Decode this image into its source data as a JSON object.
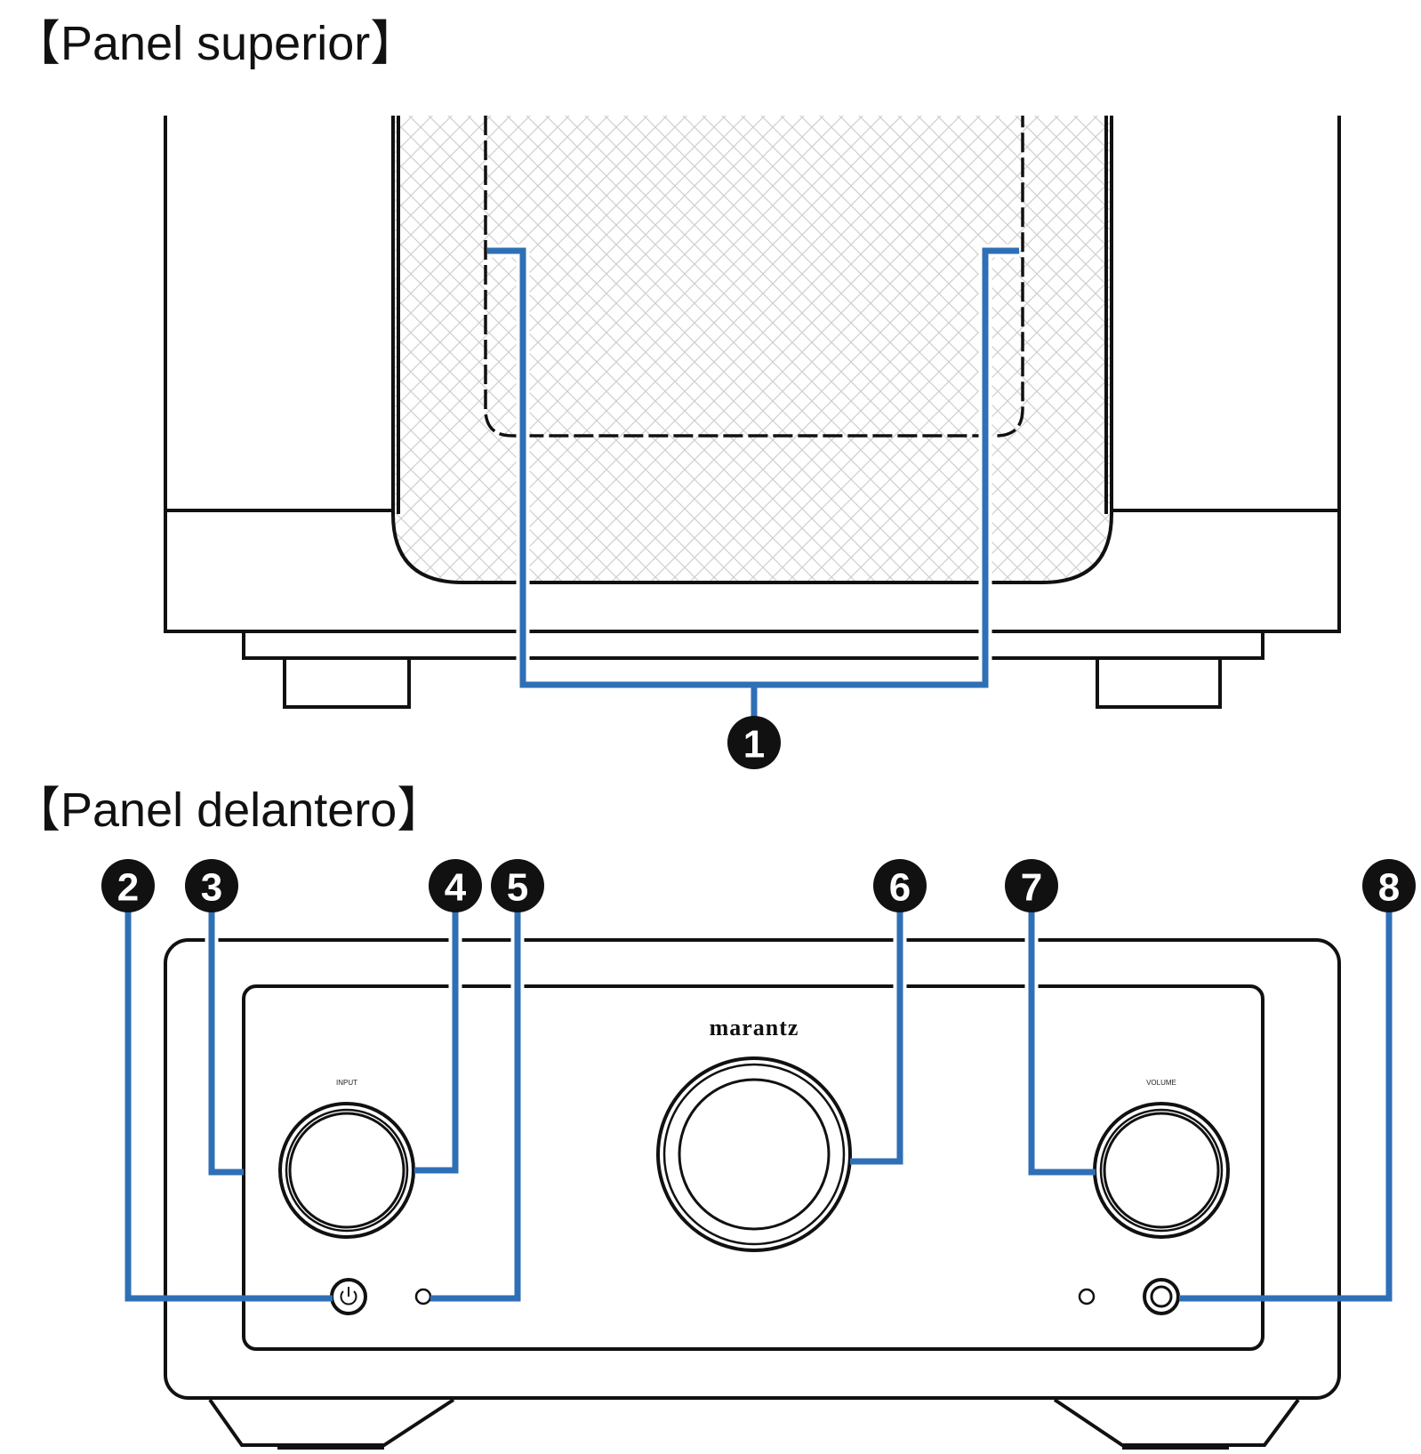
{
  "sections": {
    "top_panel_title": "【Panel superior】",
    "front_panel_title": "【Panel delantero】"
  },
  "device": {
    "brand_logo": "marantz",
    "input_label": "INPUT",
    "volume_label": "VOLUME"
  },
  "callouts": [
    "1",
    "2",
    "3",
    "4",
    "5",
    "6",
    "7",
    "8"
  ],
  "colors": {
    "leader_line": "#2f6fb6",
    "ink": "#111111",
    "mesh": "#c9c9c9"
  },
  "icons": {
    "power_button": "power-icon"
  }
}
